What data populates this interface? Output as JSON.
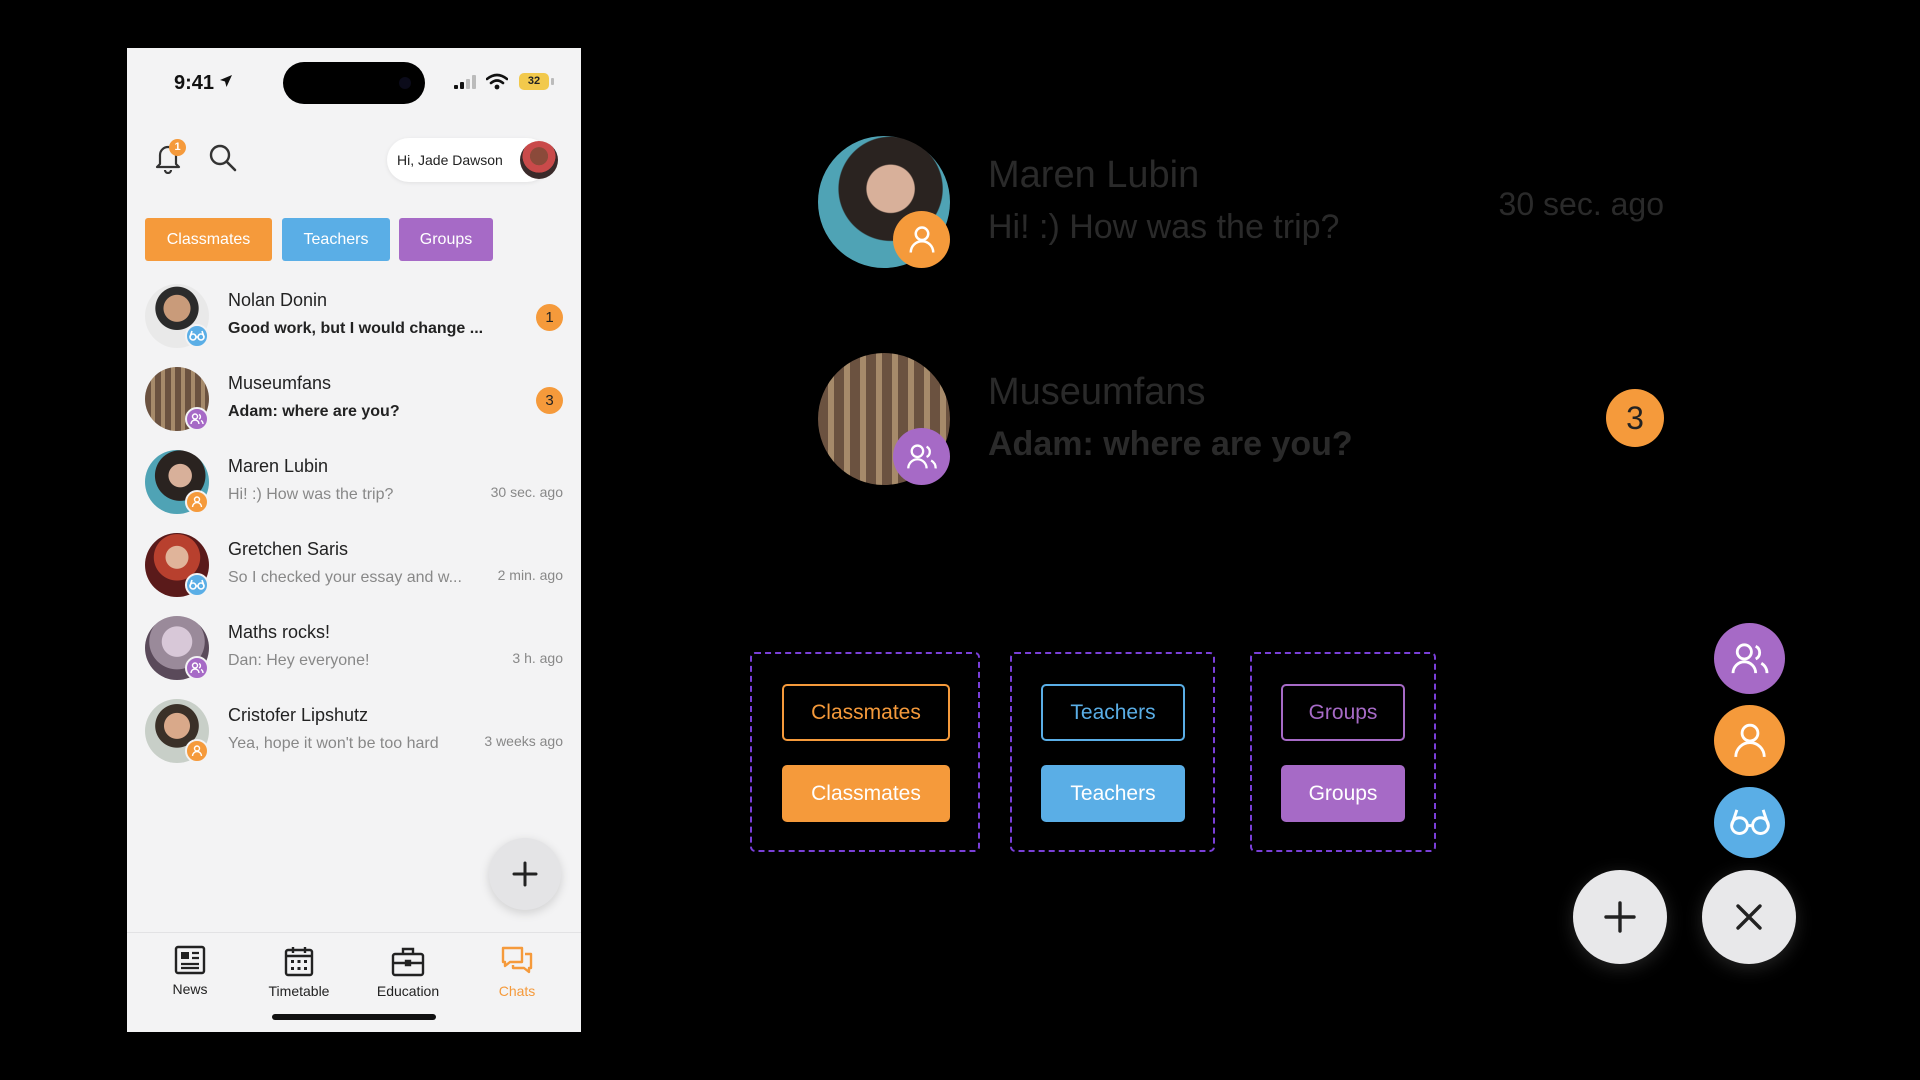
{
  "status_bar": {
    "time": "9:41",
    "battery": "32"
  },
  "header": {
    "greeting": "Hi, Jade Dawson",
    "notification_count": "1"
  },
  "filters": [
    {
      "label": "Classmates",
      "color": "#f59a3b"
    },
    {
      "label": "Teachers",
      "color": "#5aaee6"
    },
    {
      "label": "Groups",
      "color": "#a66ac6"
    }
  ],
  "chats": [
    {
      "name": "Nolan Donin",
      "message": "Good work, but I would change ...",
      "count": "1",
      "badge": "teacher-icon",
      "unread": true
    },
    {
      "name": "Museumfans",
      "message": "Adam: where are you?",
      "count": "3",
      "badge": "group-icon",
      "unread": true
    },
    {
      "name": "Maren Lubin",
      "message": "Hi! :) How was the trip?",
      "time": "30 sec. ago",
      "badge": "classmate-icon"
    },
    {
      "name": "Gretchen Saris",
      "message": "So I checked your essay and w...",
      "time": "2 min. ago",
      "badge": "teacher-icon"
    },
    {
      "name": "Maths rocks!",
      "message": "Dan: Hey everyone!",
      "time": "3 h. ago",
      "badge": "group-icon"
    },
    {
      "name": "Cristofer Lipshutz",
      "message": "Yea, hope it won't be too hard",
      "time": "3 weeks ago",
      "badge": "classmate-icon"
    }
  ],
  "tabbar": [
    {
      "label": "News",
      "icon": "news-icon"
    },
    {
      "label": "Timetable",
      "icon": "calendar-icon"
    },
    {
      "label": "Education",
      "icon": "briefcase-icon"
    },
    {
      "label": "Chats",
      "icon": "chat-icon",
      "active": true
    }
  ],
  "showcase": {
    "rows": [
      {
        "name": "Maren Lubin",
        "message": "Hi! :) How was the trip?",
        "time": "30 sec. ago",
        "badge": "classmate-icon"
      },
      {
        "name": "Museumfans",
        "message": "Adam: where are you?",
        "count": "3",
        "badge": "group-icon"
      }
    ],
    "button_states": [
      {
        "outline": "Classmates",
        "filled": "Classmates"
      },
      {
        "outline": "Teachers",
        "filled": "Teachers"
      },
      {
        "outline": "Groups",
        "filled": "Groups"
      }
    ]
  },
  "colors": {
    "classmate": "#f59a3b",
    "teacher": "#5aaee6",
    "group": "#a66ac6",
    "dashed_border": "#7a3fd8"
  }
}
